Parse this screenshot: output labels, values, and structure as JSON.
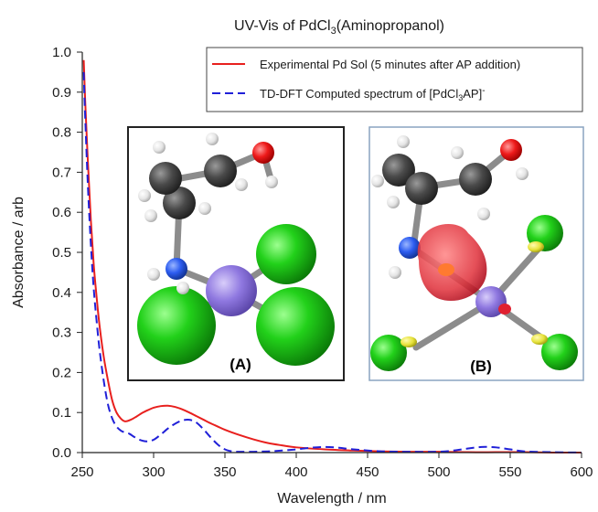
{
  "chart_data": {
    "type": "line",
    "title": "UV-Vis of PdCl₃(Aminopropanol)",
    "xlabel": "Wavelength / nm",
    "ylabel": "Absorbance / arb",
    "xlim": [
      250,
      600
    ],
    "ylim": [
      0,
      1.0
    ],
    "x_ticks": [
      250,
      300,
      350,
      400,
      450,
      500,
      550,
      600
    ],
    "y_ticks": [
      0.0,
      0.1,
      0.2,
      0.3,
      0.4,
      0.5,
      0.6,
      0.7,
      0.8,
      0.9,
      1.0
    ],
    "x_tick_labels": [
      "250",
      "300",
      "350",
      "400",
      "450",
      "500",
      "550",
      "600"
    ],
    "y_tick_labels": [
      "0.0",
      "0.1",
      "0.2",
      "0.3",
      "0.4",
      "0.5",
      "0.6",
      "0.7",
      "0.8",
      "0.9",
      "1.0"
    ],
    "grid": false,
    "legend_position": "top-right",
    "series": [
      {
        "name": "Experimental Pd Sol (5 minutes after AP addition)",
        "color": "#e8201e",
        "style": "solid",
        "x": [
          251,
          252,
          254,
          256,
          258,
          260,
          262,
          265,
          268,
          271,
          274,
          277,
          280,
          284,
          288,
          292,
          296,
          300,
          305,
          310,
          315,
          320,
          325,
          330,
          335,
          340,
          345,
          350,
          360,
          370,
          380,
          390,
          400,
          420,
          440,
          460,
          480,
          500,
          520,
          540,
          560,
          580,
          600
        ],
        "y": [
          0.98,
          0.88,
          0.72,
          0.58,
          0.47,
          0.39,
          0.32,
          0.24,
          0.18,
          0.13,
          0.1,
          0.085,
          0.078,
          0.082,
          0.09,
          0.099,
          0.106,
          0.112,
          0.116,
          0.117,
          0.114,
          0.108,
          0.1,
          0.091,
          0.082,
          0.073,
          0.065,
          0.057,
          0.044,
          0.033,
          0.024,
          0.018,
          0.013,
          0.008,
          0.005,
          0.003,
          0.002,
          0.002,
          0.001,
          0.001,
          0.001,
          0.0,
          0.0
        ]
      },
      {
        "name": "TD-DFT Computed spectrum of [PdCl₃AP]⁻",
        "color": "#2020d8",
        "style": "dashed",
        "x": [
          251,
          252,
          254,
          256,
          258,
          260,
          262,
          265,
          268,
          271,
          274,
          277,
          280,
          283,
          286,
          290,
          295,
          300,
          305,
          310,
          315,
          320,
          325,
          330,
          335,
          340,
          345,
          350,
          355,
          360,
          370,
          380,
          390,
          400,
          410,
          420,
          430,
          440,
          460,
          480,
          500,
          510,
          520,
          530,
          540,
          550,
          560,
          580,
          600
        ],
        "y": [
          0.95,
          0.84,
          0.66,
          0.52,
          0.41,
          0.33,
          0.26,
          0.18,
          0.12,
          0.085,
          0.065,
          0.055,
          0.05,
          0.047,
          0.04,
          0.032,
          0.028,
          0.032,
          0.045,
          0.06,
          0.072,
          0.08,
          0.082,
          0.075,
          0.058,
          0.038,
          0.02,
          0.008,
          0.003,
          0.002,
          0.002,
          0.003,
          0.005,
          0.008,
          0.012,
          0.014,
          0.012,
          0.008,
          0.003,
          0.002,
          0.002,
          0.005,
          0.01,
          0.014,
          0.013,
          0.008,
          0.003,
          0.001,
          0.0
        ]
      }
    ],
    "insets": [
      {
        "label": "(A)",
        "description": "ball-and-stick molecular model"
      },
      {
        "label": "(B)",
        "description": "molecular orbital isosurface"
      }
    ]
  }
}
